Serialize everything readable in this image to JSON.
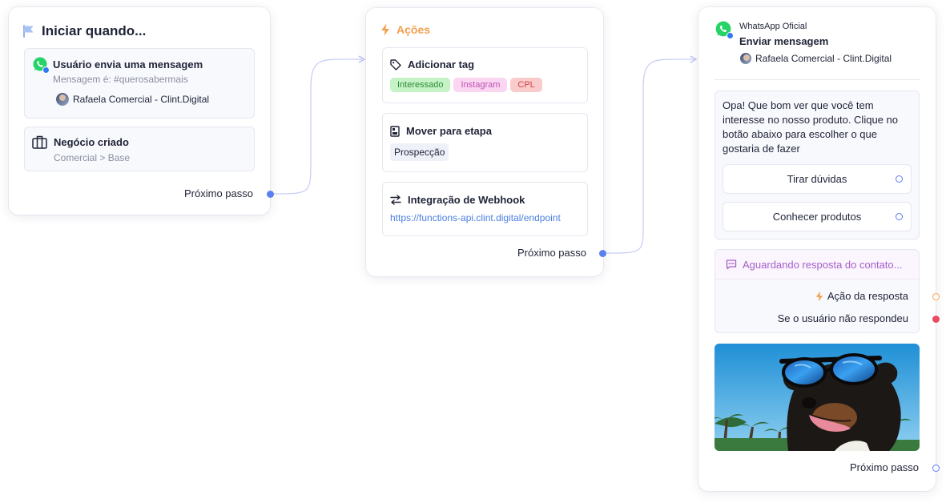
{
  "trigger_card": {
    "title": "Iniciar quando...",
    "message_item": {
      "title": "Usuário envia uma mensagem",
      "condition": "Mensagem é: #querosabermais",
      "user": "Rafaela Comercial - Clint.Digital"
    },
    "deal_item": {
      "title": "Negócio criado",
      "path": "Comercial > Base"
    },
    "next_step": "Próximo passo"
  },
  "actions_card": {
    "title": "Ações",
    "tag_item": {
      "title": "Adicionar tag",
      "tags": [
        {
          "label": "Interessado",
          "bg": "#c6f3c5",
          "color": "#2f8a3a"
        },
        {
          "label": "Instagram",
          "bg": "#fbd6f2",
          "color": "#c052b2"
        },
        {
          "label": "CPL",
          "bg": "#f9cbcb",
          "color": "#cf4747"
        }
      ]
    },
    "stage_item": {
      "title": "Mover para etapa",
      "stage": "Prospecção"
    },
    "webhook_item": {
      "title": "Integração de Webhook",
      "url": "https://functions-api.clint.digital/endpoint"
    },
    "next_step": "Próximo passo"
  },
  "whatsapp_card": {
    "provider": "WhatsApp Oficial",
    "action": "Enviar mensagem",
    "user": "Rafaela Comercial - Clint.Digital",
    "message": "Opa! Que bom ver que você tem interesse no nosso produto. Clique no botão abaixo para escolher o que gostaria de fazer",
    "buttons": [
      "Tirar dúvidas",
      "Conhecer produtos"
    ],
    "waiting": {
      "title": "Aguardando resposta do contato...",
      "on_reply": "Ação da resposta",
      "on_no_reply": "Se o usuário não respondeu"
    },
    "next_step": "Próximo passo"
  },
  "colors": {
    "accent_blue": "#5b7ef0",
    "actions_orange": "#f2a04f",
    "waiting_purple": "#a560c8",
    "whatsapp_green": "#25d366",
    "no_reply_red": "#e84a5f"
  }
}
